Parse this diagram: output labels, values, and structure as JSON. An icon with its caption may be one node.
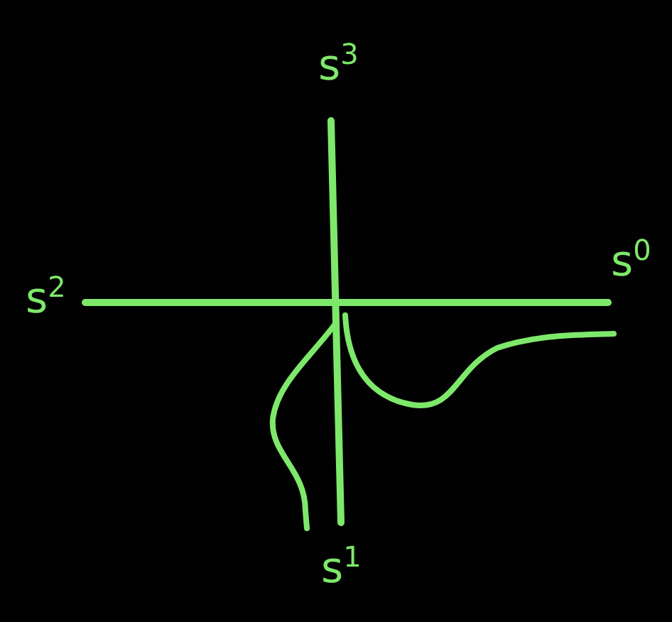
{
  "diagram": {
    "labels": [
      "s$^{3}$",
      "s$^{2}$",
      "s$^{0}$",
      "s$^{1}$"
    ]
  }
}
